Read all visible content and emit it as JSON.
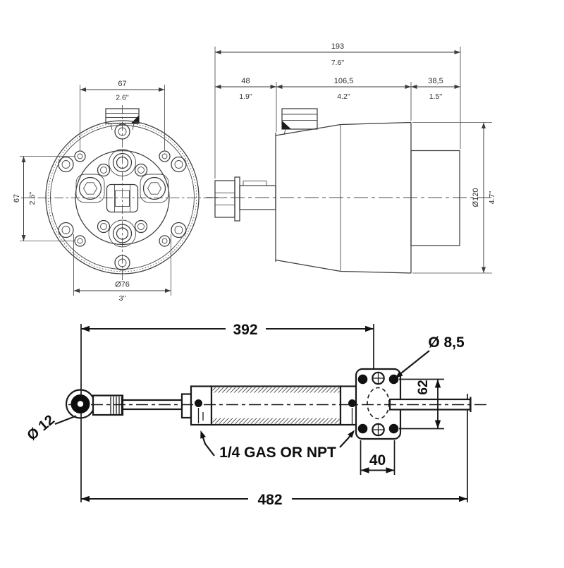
{
  "front_view": {
    "width_mm": "67",
    "width_in": "2.6''",
    "height_mm": "67",
    "height_in": "2.6''",
    "hub_dia_mm": "Ø76",
    "hub_dia_in": "3''"
  },
  "side_view": {
    "overall_length_mm": "193",
    "overall_length_in": "7.6''",
    "shaft_length_mm": "48",
    "shaft_length_in": "1.9''",
    "body_length_mm": "106,5",
    "body_length_in": "4.2''",
    "rear_length_mm": "38,5",
    "rear_length_in": "1.5''",
    "body_dia_mm": "Ø120",
    "body_dia_in": "4.7''"
  },
  "cylinder_view": {
    "pivot_distance_mm": "392",
    "overall_length_mm": "482",
    "mount_hole_dia": "Ø 8,5",
    "rod_end_dia": "Ø 12",
    "mount_hole_spacing": "62",
    "bracket_width": "40",
    "port_thread_label": "1/4 GAS OR NPT"
  }
}
